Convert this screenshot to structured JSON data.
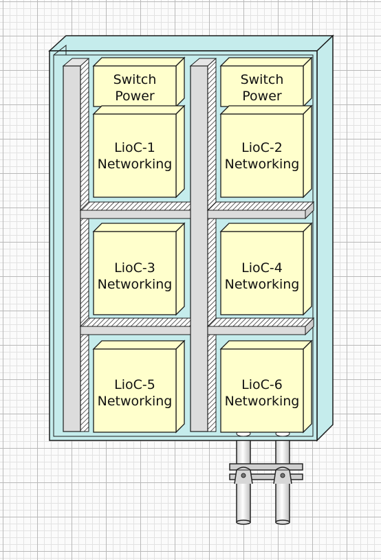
{
  "modules": {
    "switch_power_1": "Switch\nPower",
    "switch_power_2": "Switch\nPower",
    "lioc_1": "LioC-1\nNetworking",
    "lioc_2": "LioC-2\nNetworking",
    "lioc_3": "LioC-3\nNetworking",
    "lioc_4": "LioC-4\nNetworking",
    "lioc_5": "LioC-5\nNetworking",
    "lioc_6": "LioC-6\nNetworking"
  },
  "colors": {
    "cabinet": "#c5ecec",
    "module": "#ffffcc",
    "rail": "#dcdcdc",
    "outline": "#1a1a1a"
  }
}
